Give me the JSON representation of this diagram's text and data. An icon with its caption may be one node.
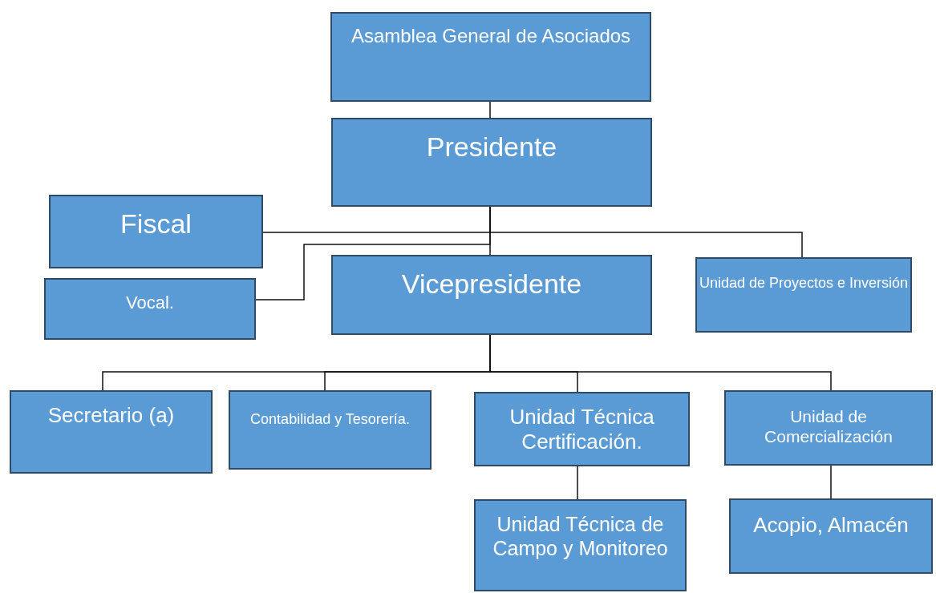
{
  "diagram": {
    "nodes": [
      {
        "text": [
          "Asamblea General de Asociados"
        ]
      },
      {
        "text": [
          "Presidente"
        ]
      },
      {
        "text": [
          "Fiscal"
        ]
      },
      {
        "text": [
          "Vocal."
        ]
      },
      {
        "text": [
          "Vicepresidente"
        ]
      },
      {
        "text": [
          "Unidad de Proyectos e Inversión"
        ]
      },
      {
        "text": [
          "Secretario (a)"
        ]
      },
      {
        "text": [
          "Contabilidad y Tesorería."
        ]
      },
      {
        "text": [
          "Unidad Técnica Certificación."
        ]
      },
      {
        "text": [
          "Unidad de Comercialización"
        ]
      },
      {
        "text": [
          "Unidad Técnica de Campo y Monitoreo"
        ]
      },
      {
        "text": [
          "Acopio, Almacén"
        ]
      }
    ],
    "edges": [
      {
        "from": 0,
        "to": 1,
        "arrow": "none"
      },
      {
        "from": 1,
        "to": 2,
        "arrow": "none"
      },
      {
        "from": 1,
        "to": 3,
        "arrow": "none"
      },
      {
        "from": 1,
        "to": 4,
        "arrow": "none"
      },
      {
        "from": 1,
        "to": 5,
        "arrow": "none"
      },
      {
        "from": 4,
        "to": 6,
        "arrow": "none"
      },
      {
        "from": 4,
        "to": 7,
        "arrow": "none"
      },
      {
        "from": 4,
        "to": 8,
        "arrow": "none"
      },
      {
        "from": 4,
        "to": 9,
        "arrow": "none"
      },
      {
        "from": 8,
        "to": 10,
        "arrow": "none"
      },
      {
        "from": 9,
        "to": 11,
        "arrow": "none"
      }
    ]
  }
}
